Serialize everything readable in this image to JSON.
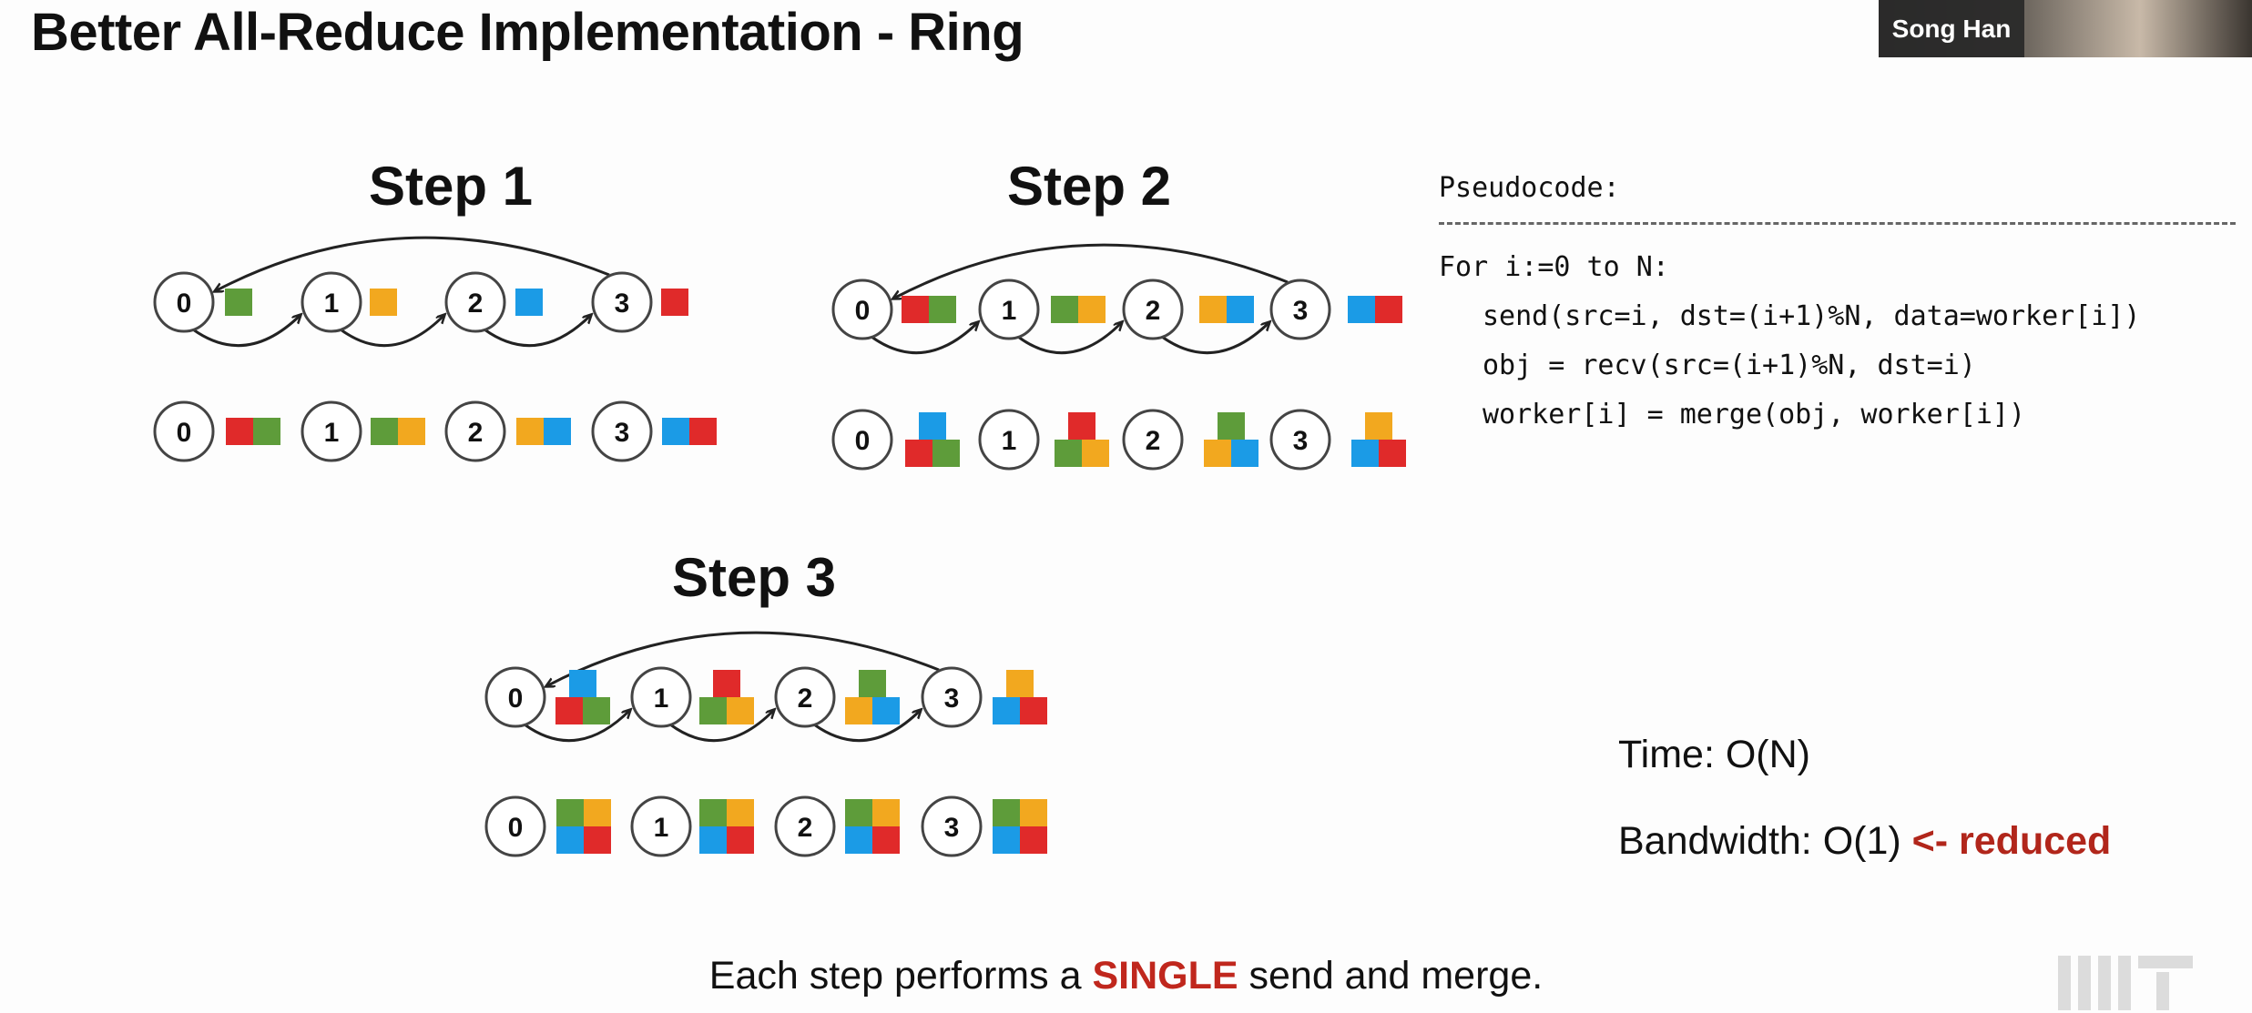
{
  "title": "Better All-Reduce Implementation - Ring",
  "presenter": "Song Han",
  "steps": [
    {
      "label": "Step 1"
    },
    {
      "label": "Step 2"
    },
    {
      "label": "Step 3"
    }
  ],
  "pseudocode": {
    "header": "Pseudocode:",
    "lines": [
      "For i:=0 to N:",
      "send(src=i, dst=(i+1)%N, data=worker[i])",
      "obj = recv(src=(i+1)%N, dst=i)",
      "worker[i] = merge(obj, worker[i])"
    ]
  },
  "complexity": {
    "time": "Time: O(N)",
    "bandwidth": "Bandwidth: O(1)",
    "bandwidth_note": "<- reduced"
  },
  "caption": {
    "before": "Each step performs a",
    "emphasis": "SINGLE",
    "after": "send and merge."
  },
  "workers": [
    "0",
    "1",
    "2",
    "3"
  ],
  "colors": {
    "green": "#5e9c3a",
    "yellow": "#f2a81f",
    "blue": "#1b9be6",
    "red": "#e02a2a",
    "emphasis": "#c0271d"
  }
}
